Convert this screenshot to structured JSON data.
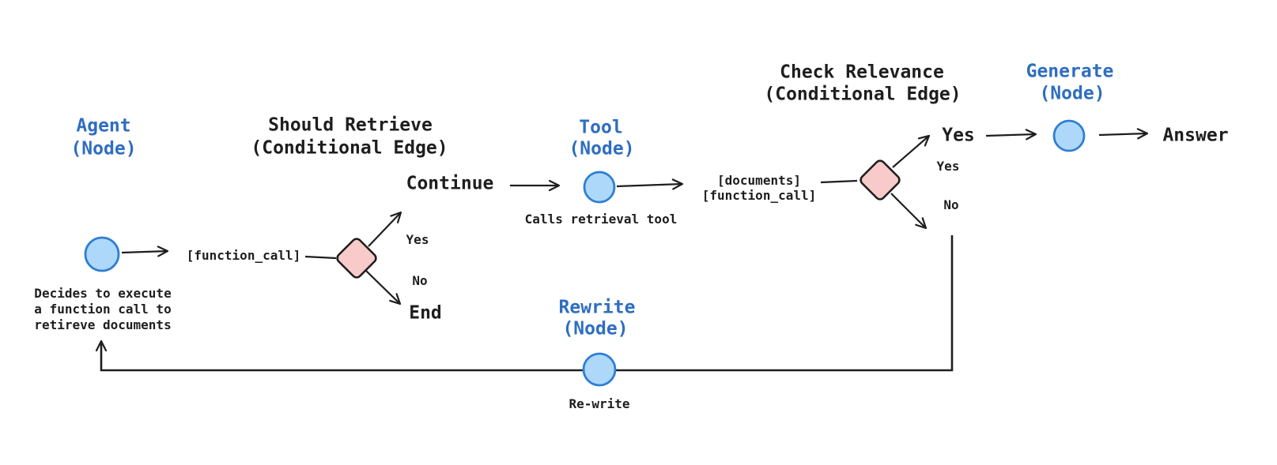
{
  "diagram": {
    "agent": {
      "title": "Agent",
      "subtitle": "(Node)",
      "caption": "Decides to execute\na function call to\nretireve documents"
    },
    "should_retrieve": {
      "title": "Should Retrieve",
      "subtitle": "(Conditional Edge)",
      "input_label": "[function_call]",
      "yes_label": "Yes",
      "no_label": "No",
      "yes_target": "Continue",
      "no_target": "End"
    },
    "tool": {
      "title": "Tool",
      "subtitle": "(Node)",
      "caption": "Calls retrieval tool",
      "output_label": "[documents]\n[function_call]"
    },
    "check_relevance": {
      "title": "Check Relevance",
      "subtitle": "(Conditional Edge)",
      "yes_target": "Yes",
      "yes_label": "Yes",
      "no_label": "No"
    },
    "generate": {
      "title": "Generate",
      "subtitle": "(Node)",
      "output": "Answer"
    },
    "rewrite": {
      "title": "Rewrite",
      "subtitle": "(Node)",
      "caption": "Re-write"
    }
  },
  "colors": {
    "node_label_blue": "#2e6ec0",
    "text_dark": "#1e1e1e",
    "node_fill": "#aed8fa",
    "node_stroke": "#2f7fd1",
    "conditional_fill": "#f8caca",
    "conditional_stroke": "#1e1e1e",
    "background": "#ffffff"
  }
}
